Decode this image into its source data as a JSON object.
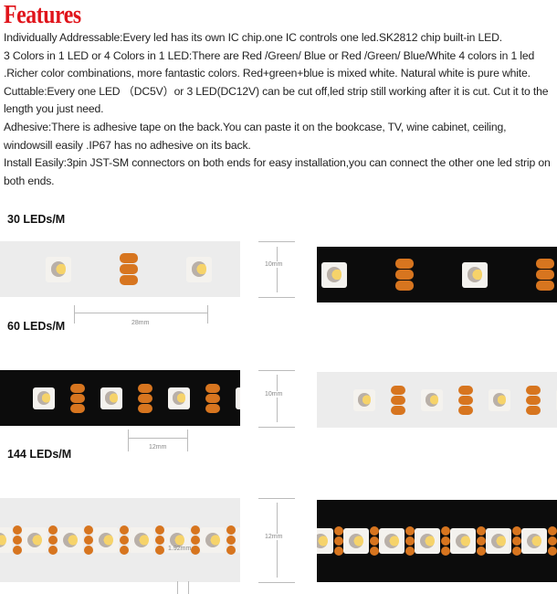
{
  "title": "Features",
  "features": [
    "Individually Addressable:Every led has its own IC chip.one IC controls one led.SK2812 chip built-in LED.",
    "3 Colors in 1 LED or 4 Colors in 1 LED:There are Red /Green/ Blue or Red /Green/ Blue/White 4 colors in 1 led .Richer color combinations, more fantastic colors. Red+green+blue is mixed white. Natural white is pure white.",
    "Cuttable:Every one LED （DC5V）or 3 LED(DC12V) can be cut off,led strip still working after it is cut. Cut it to the length you just need.",
    "Adhesive:There is adhesive tape on the back.You can paste it on the bookcase, TV, wine cabinet, ceiling, windowsill easily .IP67 has no adhesive on its back.",
    "Install Easily:3pin JST-SM connectors on both ends for easy installation,you can connect the other one led strip on both ends."
  ],
  "sections": [
    {
      "label": "30 LEDs/M",
      "width_label": "10mm",
      "pitch_label": "28mm"
    },
    {
      "label": "60 LEDs/M",
      "width_label": "10mm",
      "pitch_label": "12mm"
    },
    {
      "label": "144 LEDs/M",
      "width_label": "12mm",
      "pitch_label": "1.92mm"
    }
  ],
  "colors": {
    "title": "#e0141b",
    "pad": "#d7751f",
    "strip_dark": "#0c0c0c",
    "strip_light": "#ececec"
  }
}
